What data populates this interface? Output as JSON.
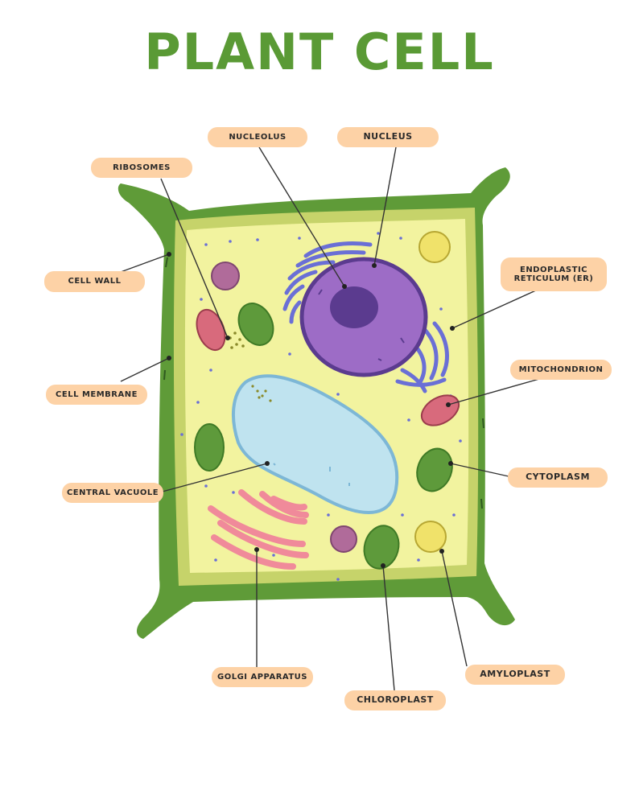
{
  "title": "PLANT CELL",
  "colors": {
    "title": "#5a9a35",
    "cell_wall": "#5f9b38",
    "membrane": "#c6d36a",
    "cytoplasm": "#f2f39f",
    "nucleus": "#9d6cc6",
    "nucleolus": "#5b3b8f",
    "er": "#6a6fd6",
    "vacuole": "#bfe3ef",
    "chloroplast": "#5e9a3b",
    "mitochondrion": "#d86a7c",
    "golgi": "#f08a9a",
    "amyloplast": "#f0e26a",
    "label_bg": "#fdd2a6"
  },
  "labels": {
    "nucleolus": "Nucleolus",
    "nucleus": "Nucleus",
    "ribosomes": "Ribosomes",
    "cell_wall": "Cell Wall",
    "er_line1": "Endoplastic",
    "er_line2": "Reticulum (ER)",
    "mitochondrion": "Mitochondrion",
    "cell_membrane": "Cell Membrane",
    "cytoplasm": "Cytoplasm",
    "central_vacuole": "Central Vacuole",
    "golgi_apparatus": "Golgi Apparatus",
    "chloroplast": "Chloroplast",
    "amyloplast": "Amyloplast"
  }
}
